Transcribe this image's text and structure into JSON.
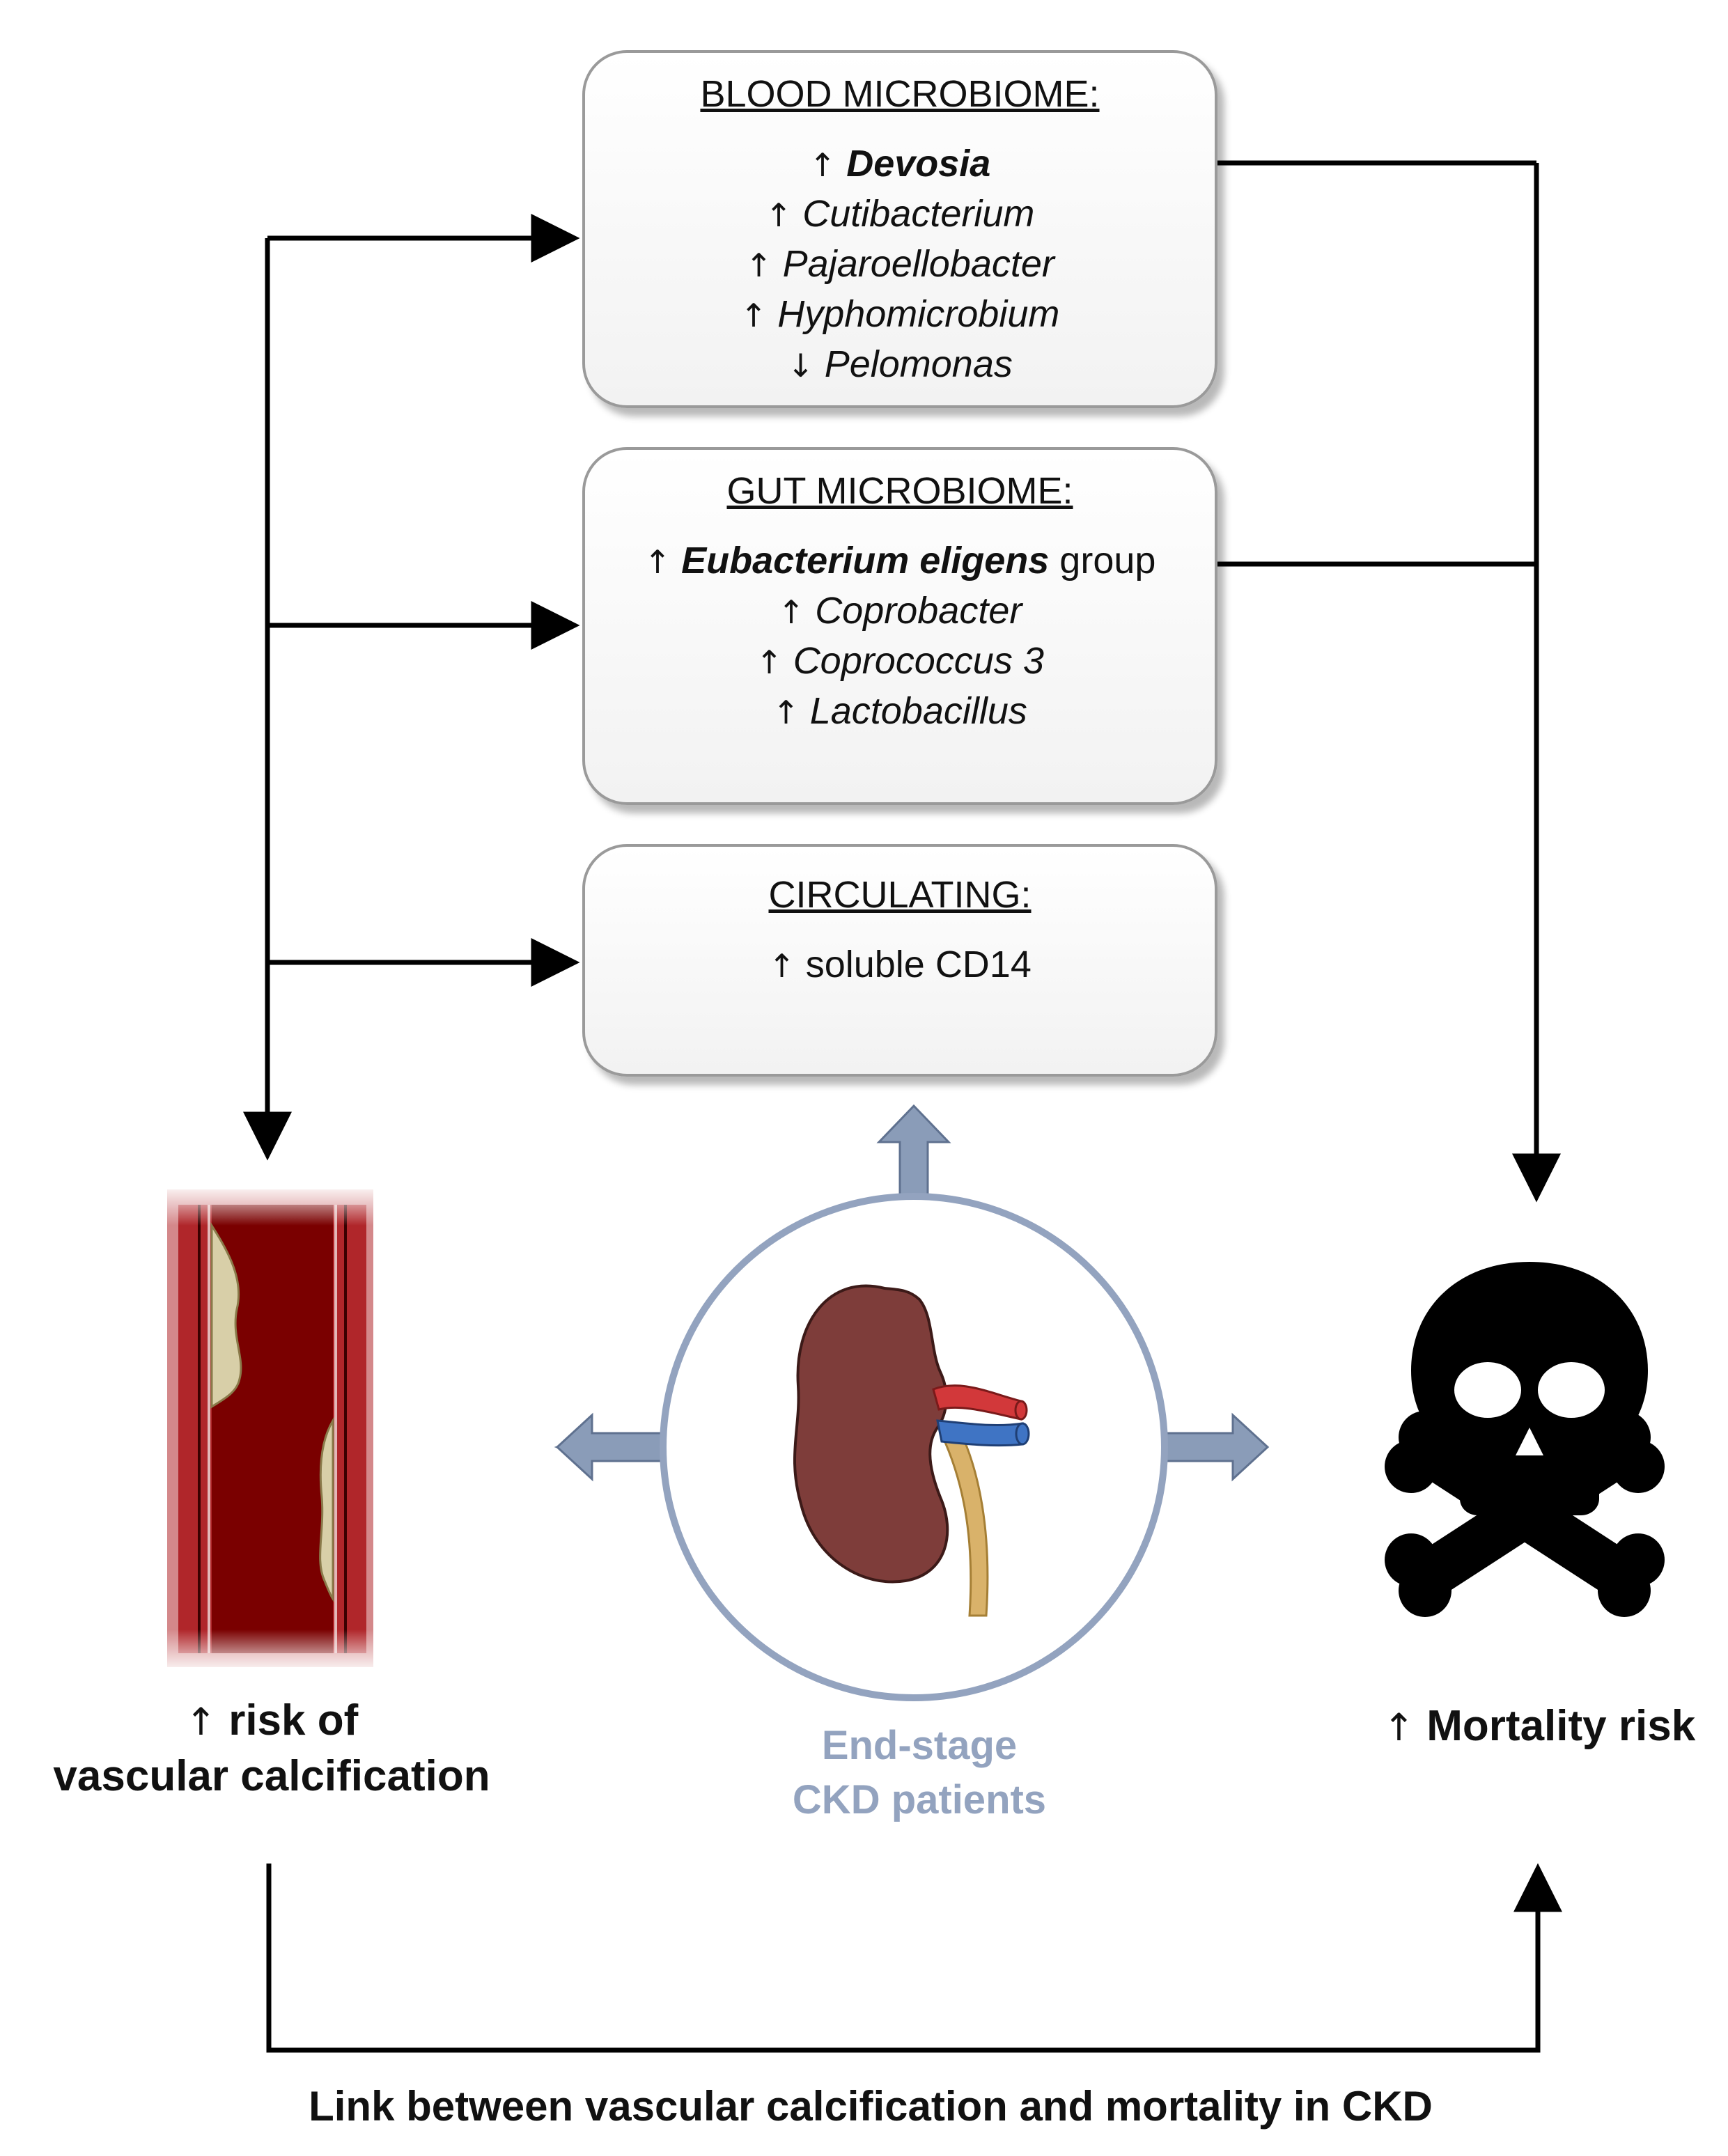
{
  "boxes": {
    "blood": {
      "title": "BLOOD MICROBIOME:",
      "items": [
        {
          "arrow": "↑",
          "name": "Devosia",
          "suffix": ""
        },
        {
          "arrow": "↑",
          "name": "Cutibacterium",
          "suffix": ""
        },
        {
          "arrow": "↑",
          "name": "Pajaroellobacter",
          "suffix": ""
        },
        {
          "arrow": "↑",
          "name": "Hyphomicrobium",
          "suffix": ""
        },
        {
          "arrow": "↓",
          "name": "Pelomonas",
          "suffix": ""
        }
      ]
    },
    "gut": {
      "title": "GUT MICROBIOME:",
      "items": [
        {
          "arrow": "↑",
          "name": "Eubacterium eligens",
          "suffix": " group"
        },
        {
          "arrow": "↑",
          "name": "Coprobacter",
          "suffix": ""
        },
        {
          "arrow": "↑",
          "name": "Coprococcus 3",
          "suffix": ""
        },
        {
          "arrow": "↑",
          "name": "Lactobacillus",
          "suffix": ""
        }
      ]
    },
    "circulating": {
      "title": "CIRCULATING:",
      "items": [
        {
          "arrow": "↑",
          "name": "soluble CD14",
          "suffix": ""
        }
      ]
    }
  },
  "outcomes": {
    "vascular": {
      "arrow": "↑",
      "line1": "risk of",
      "line2": "vascular calcification"
    },
    "center": {
      "line1": "End-stage",
      "line2": "CKD patients"
    },
    "mortality": {
      "arrow": "↑",
      "text": "Mortality risk"
    }
  },
  "footer": {
    "text": "Link between vascular calcification and mortality in CKD"
  },
  "colors": {
    "center_circle": "#93a3bf",
    "block_arrow_fill": "#8a9cb8",
    "vessel_wall": "#b0262a",
    "vessel_lumen": "#7a0000",
    "plaque": "#d8cfa8",
    "kidney": "#7e3d3a",
    "artery": "#d2383a",
    "vein": "#3f74c4",
    "ureter": "#d9b26a",
    "skull": "#000000"
  },
  "icons": [
    "blood-vessel-icon",
    "kidney-icon",
    "skull-crossbones-icon"
  ]
}
